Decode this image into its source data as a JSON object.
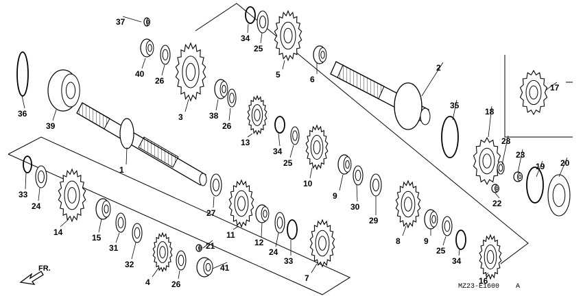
{
  "diagram": {
    "code_label": "MZ23-E1600",
    "code_suffix": "A",
    "direction_label": "FR.",
    "callouts": [
      "1",
      "2",
      "3",
      "4",
      "5",
      "6",
      "7",
      "8",
      "9",
      "9",
      "10",
      "11",
      "12",
      "13",
      "14",
      "15",
      "16",
      "17",
      "18",
      "19",
      "20",
      "21",
      "22",
      "23",
      "24",
      "24",
      "25",
      "25",
      "25",
      "26",
      "26",
      "26",
      "27",
      "28",
      "29",
      "30",
      "31",
      "32",
      "33",
      "33",
      "34",
      "34",
      "34",
      "35",
      "36",
      "37",
      "38",
      "39",
      "40",
      "41"
    ]
  },
  "colors": {
    "ink": "#000000",
    "paper": "#ffffff"
  }
}
